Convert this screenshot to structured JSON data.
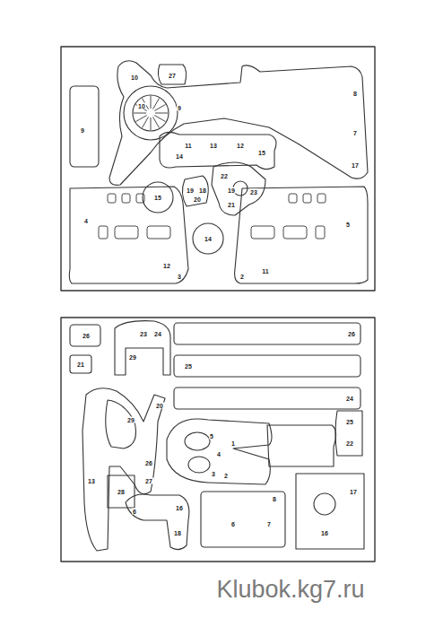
{
  "diagram": {
    "labels": [
      "27",
      "10",
      "9",
      "10",
      "9",
      "8",
      "7",
      "17",
      "11",
      "13",
      "12",
      "14",
      "15",
      "22",
      "19",
      "20",
      "18",
      "15",
      "23",
      "19",
      "21",
      "14",
      "4",
      "5",
      "12",
      "3",
      "2",
      "11",
      "26",
      "21",
      "29",
      "23",
      "24",
      "25",
      "26",
      "24",
      "25",
      "22",
      "20",
      "29",
      "5",
      "4",
      "1",
      "3",
      "2",
      "13",
      "28",
      "26",
      "27",
      "6",
      "16",
      "18",
      "6",
      "7",
      "8",
      "17",
      "16",
      "Klubok.kg7.ru"
    ]
  }
}
